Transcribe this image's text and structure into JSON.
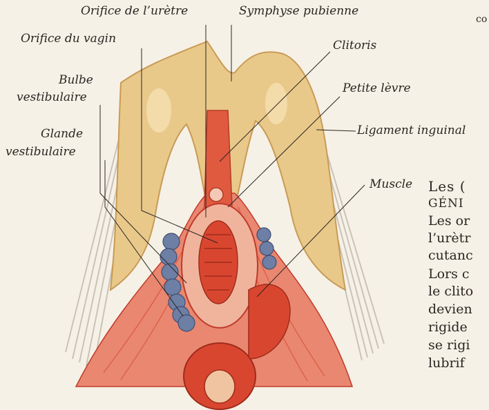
{
  "labels": {
    "uretre": "Orifice de l’urètre",
    "symphyse": "Symphyse pubienne",
    "vagin": "Orifice du vagin",
    "clitoris": "Clitoris",
    "bulbe_1": "Bulbe",
    "bulbe_2": "vestibulaire",
    "petite_levre": "Petite lèvre",
    "glande_1": "Glande",
    "glande_2": "vestibulaire",
    "ligament": "Ligament inguinal",
    "muscle": "Muscle"
  },
  "page_text": {
    "corner_fragment": "co",
    "heading_line1": "Les (",
    "heading_line2": "GÉNI",
    "body_lines": [
      "Les or",
      "l’urètr",
      "cutanc",
      "Lors c",
      "le clito",
      "devien",
      "rigide",
      "se rigi",
      "lubrif"
    ]
  },
  "colors": {
    "page": "#f6f1e6",
    "bone": "#e9c98a",
    "muscle": "#d9462f",
    "muscle_light": "#e98770",
    "bulb": "#6d7fa5",
    "ligament": "#c9c2b8"
  }
}
